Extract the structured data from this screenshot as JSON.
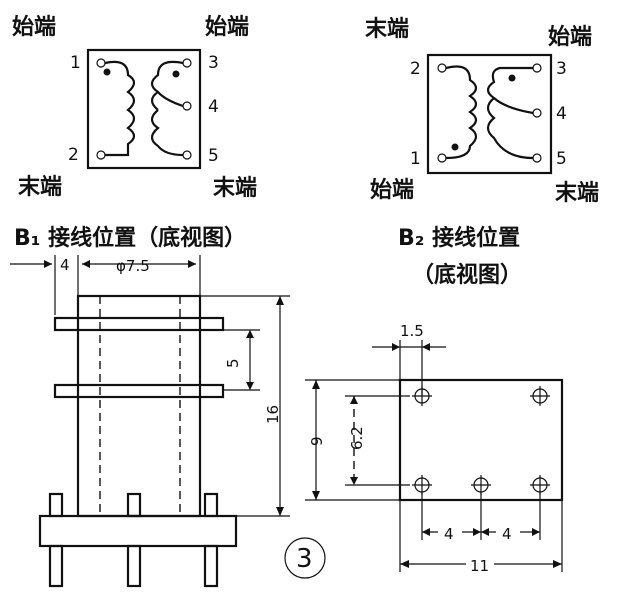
{
  "b1_top": {
    "start_left": "始端",
    "start_right": "始端",
    "end_left": "末端",
    "end_right": "末端",
    "pins": [
      "1",
      "2",
      "3",
      "4",
      "5"
    ]
  },
  "b2_top": {
    "end_left": "末端",
    "start_right": "始端",
    "start_left": "始端",
    "end_right": "末端",
    "pins": [
      "1",
      "2",
      "3",
      "4",
      "5"
    ]
  },
  "b1_title": "B₁ 接线位置（底视图）",
  "b2_title": "B₂ 接线位置",
  "b2_subtitle": "（底视图）",
  "b1_dims": {
    "flange": "4",
    "diameter": "φ7.5",
    "spacing": "5",
    "height": "16"
  },
  "b2_dims": {
    "pin_offset": "1.5",
    "height": "9",
    "row_spacing": "6.2",
    "pitch_a": "4",
    "pitch_b": "4",
    "width": "11"
  },
  "figure_number": "3"
}
